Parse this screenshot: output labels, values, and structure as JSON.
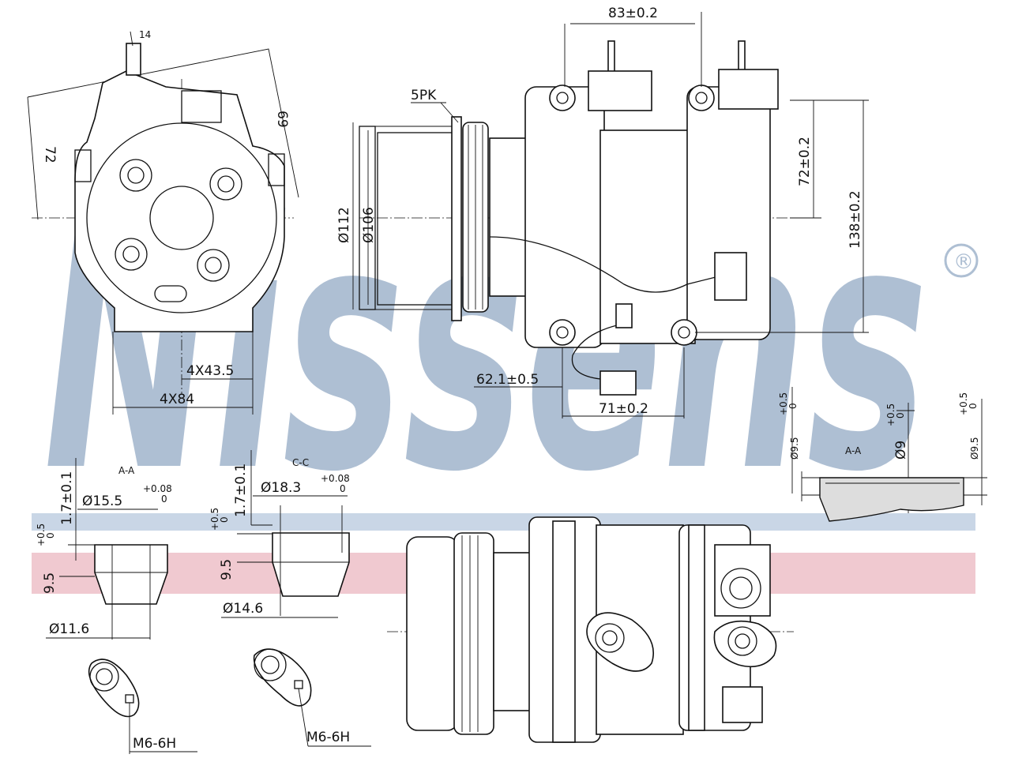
{
  "watermark": {
    "text": "Nissens",
    "registered_mark": "®",
    "color": "#aebfd3",
    "stripe_blue": "#c9d6e6",
    "stripe_pink": "#f0c9d0"
  },
  "dimensions": {
    "front_view": {
      "hose": "14",
      "top_right": "69",
      "left": "72",
      "bolt_inner": "4X43.5",
      "bolt_outer": "4X84"
    },
    "side_view": {
      "belt": "5PK",
      "dia_outer": "Ø112",
      "dia_inner": "Ø106",
      "top_width": "83±0.2",
      "height_upper": "72±0.2",
      "height_total": "138±0.2",
      "offset_a": "62.1±0.5",
      "offset_b": "71±0.2"
    },
    "port_1": {
      "top_code": "A-A",
      "depth": "1.7±0.1",
      "dia_top": "Ø15.5",
      "tol_top": "+0.08",
      "tol_top_low": "0",
      "depth_tol": "+0.5",
      "depth_tol_low": "0",
      "height": "9.5",
      "dia_bottom": "Ø11.6",
      "thread": "M6-6H"
    },
    "port_2": {
      "top_code": "C-C",
      "depth": "1.7±0.1",
      "dia_top": "Ø18.3",
      "tol_top": "+0.08",
      "tol_top_low": "0",
      "depth_tol": "+0.5",
      "depth_tol_low": "0",
      "height": "9.5",
      "dia_bottom": "Ø14.6",
      "thread": "M6-6H"
    },
    "detail": {
      "code": "A-A",
      "dia_a": "Ø9.5",
      "dia_a_tol": "+0.5",
      "dia_a_tol_low": "0",
      "dia_b": "Ø9",
      "dia_b_tol": "+0.5",
      "dia_b_tol_low": "0",
      "dia_c": "Ø9.5",
      "dia_c_tol": "+0.5",
      "dia_c_tol_low": "0"
    }
  }
}
